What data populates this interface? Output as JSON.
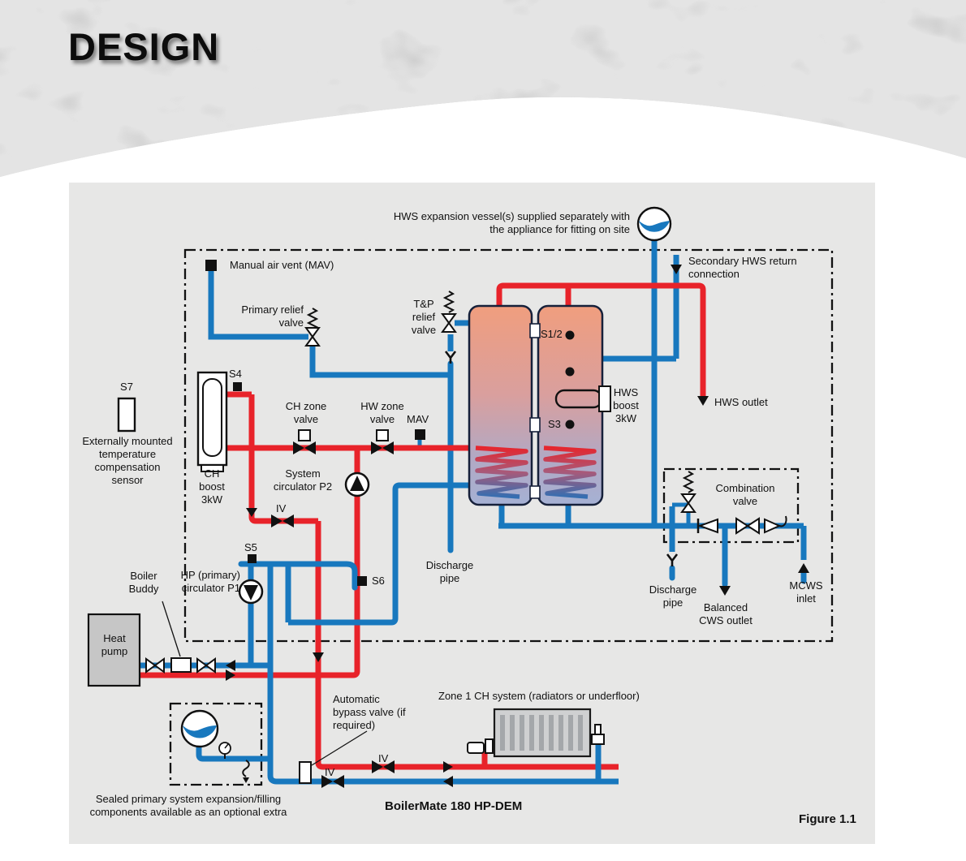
{
  "header": {
    "title": "DESIGN"
  },
  "figure": {
    "caption": "Figure 1.1",
    "product_name": "BoilerMate 180 HP-DEM",
    "notes": {
      "expansion_vessel": "HWS expansion vessel(s) supplied separately with the appliance for fitting on site",
      "sealed_system": "Sealed primary system expansion/filling components available as an optional extra"
    },
    "labels": {
      "manual_air_vent": "Manual air vent (MAV)",
      "primary_relief_valve": "Primary relief valve",
      "tp_relief_valve": "T&P relief valve",
      "secondary_hws_return": "Secondary HWS return connection",
      "hws_outlet": "HWS outlet",
      "hws_boost": "HWS boost 3kW",
      "ch_boost": "CH boost 3kW",
      "ch_zone_valve": "CH zone valve",
      "hw_zone_valve": "HW zone valve",
      "mav": "MAV",
      "system_circulator": "System circulator P2",
      "hp_circulator": "HP (primary) circulator P1",
      "iv": "IV",
      "combination_valve": "Combination valve",
      "discharge_pipe": "Discharge pipe",
      "balanced_cws_outlet": "Balanced CWS outlet",
      "mcws_inlet": "MCWS inlet",
      "boiler_buddy": "Boiler Buddy",
      "heat_pump": "Heat pump",
      "automatic_bypass": "Automatic bypass valve (if required)",
      "zone1": "Zone 1 CH system (radiators or underfloor)",
      "external_sensor": "Externally mounted temperature compensation sensor"
    },
    "sensors": {
      "s1_2": "S1/2",
      "s3": "S3",
      "s4": "S4",
      "s5": "S5",
      "s6": "S6",
      "s7": "S7"
    },
    "colors": {
      "pipe_hot": "#e8232a",
      "pipe_cold": "#1878be",
      "panel_background": "#e7e7e6",
      "outline": "#111111",
      "tank_top": "#f09e7e",
      "tank_bottom": "#a5b1d4",
      "appliance_grey": "#c6c6c6"
    },
    "icons": {
      "expansion-vessel-icon": "circle-half-blue-wave",
      "relief-valve-icon": "hourglass-with-spring",
      "zone-valve-icon": "black-bowtie-with-actuator",
      "isolation-valve-icon": "bowtie",
      "check-valve-icon": "triangle-with-bar",
      "pump-icon": "circle-with-triangle",
      "sensor-pocket-icon": "black-dot",
      "sensor-icon": "black-square",
      "tundish-icon": "Y-air-gap",
      "pressure-gauge-icon": "small-dial",
      "filling-loop-icon": "squiggle-arrow",
      "radiator-icon": "striped-panel"
    }
  }
}
